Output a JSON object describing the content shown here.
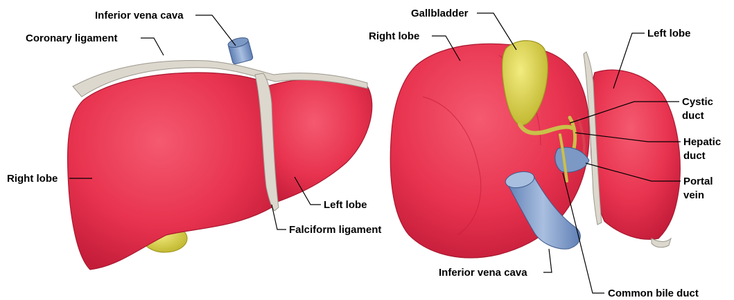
{
  "anterior_view": {
    "labels": {
      "inferior_vena_cava": "Inferior vena cava",
      "coronary_ligament": "Coronary ligament",
      "right_lobe": "Right lobe",
      "left_lobe": "Left lobe",
      "falciform_ligament": "Falciform ligament"
    }
  },
  "posterior_view": {
    "labels": {
      "gallbladder": "Gallbladder",
      "right_lobe": "Right lobe",
      "left_lobe": "Left lobe",
      "cystic_duct_1": "Cystic",
      "cystic_duct_2": "duct",
      "hepatic_duct_1": "Hepatic",
      "hepatic_duct_2": "duct",
      "portal_vein_1": "Portal",
      "portal_vein_2": "vein",
      "inferior_vena_cava": "Inferior vena cava",
      "common_bile_duct": "Common bile duct"
    }
  },
  "colors": {
    "liver": "#e8334f",
    "liver_dark": "#c41d3a",
    "ligament": "#d8d5cc",
    "gallbladder": "#d6cf3c",
    "vena_cava": "#7c98c4",
    "duct": "#c9c04a"
  }
}
